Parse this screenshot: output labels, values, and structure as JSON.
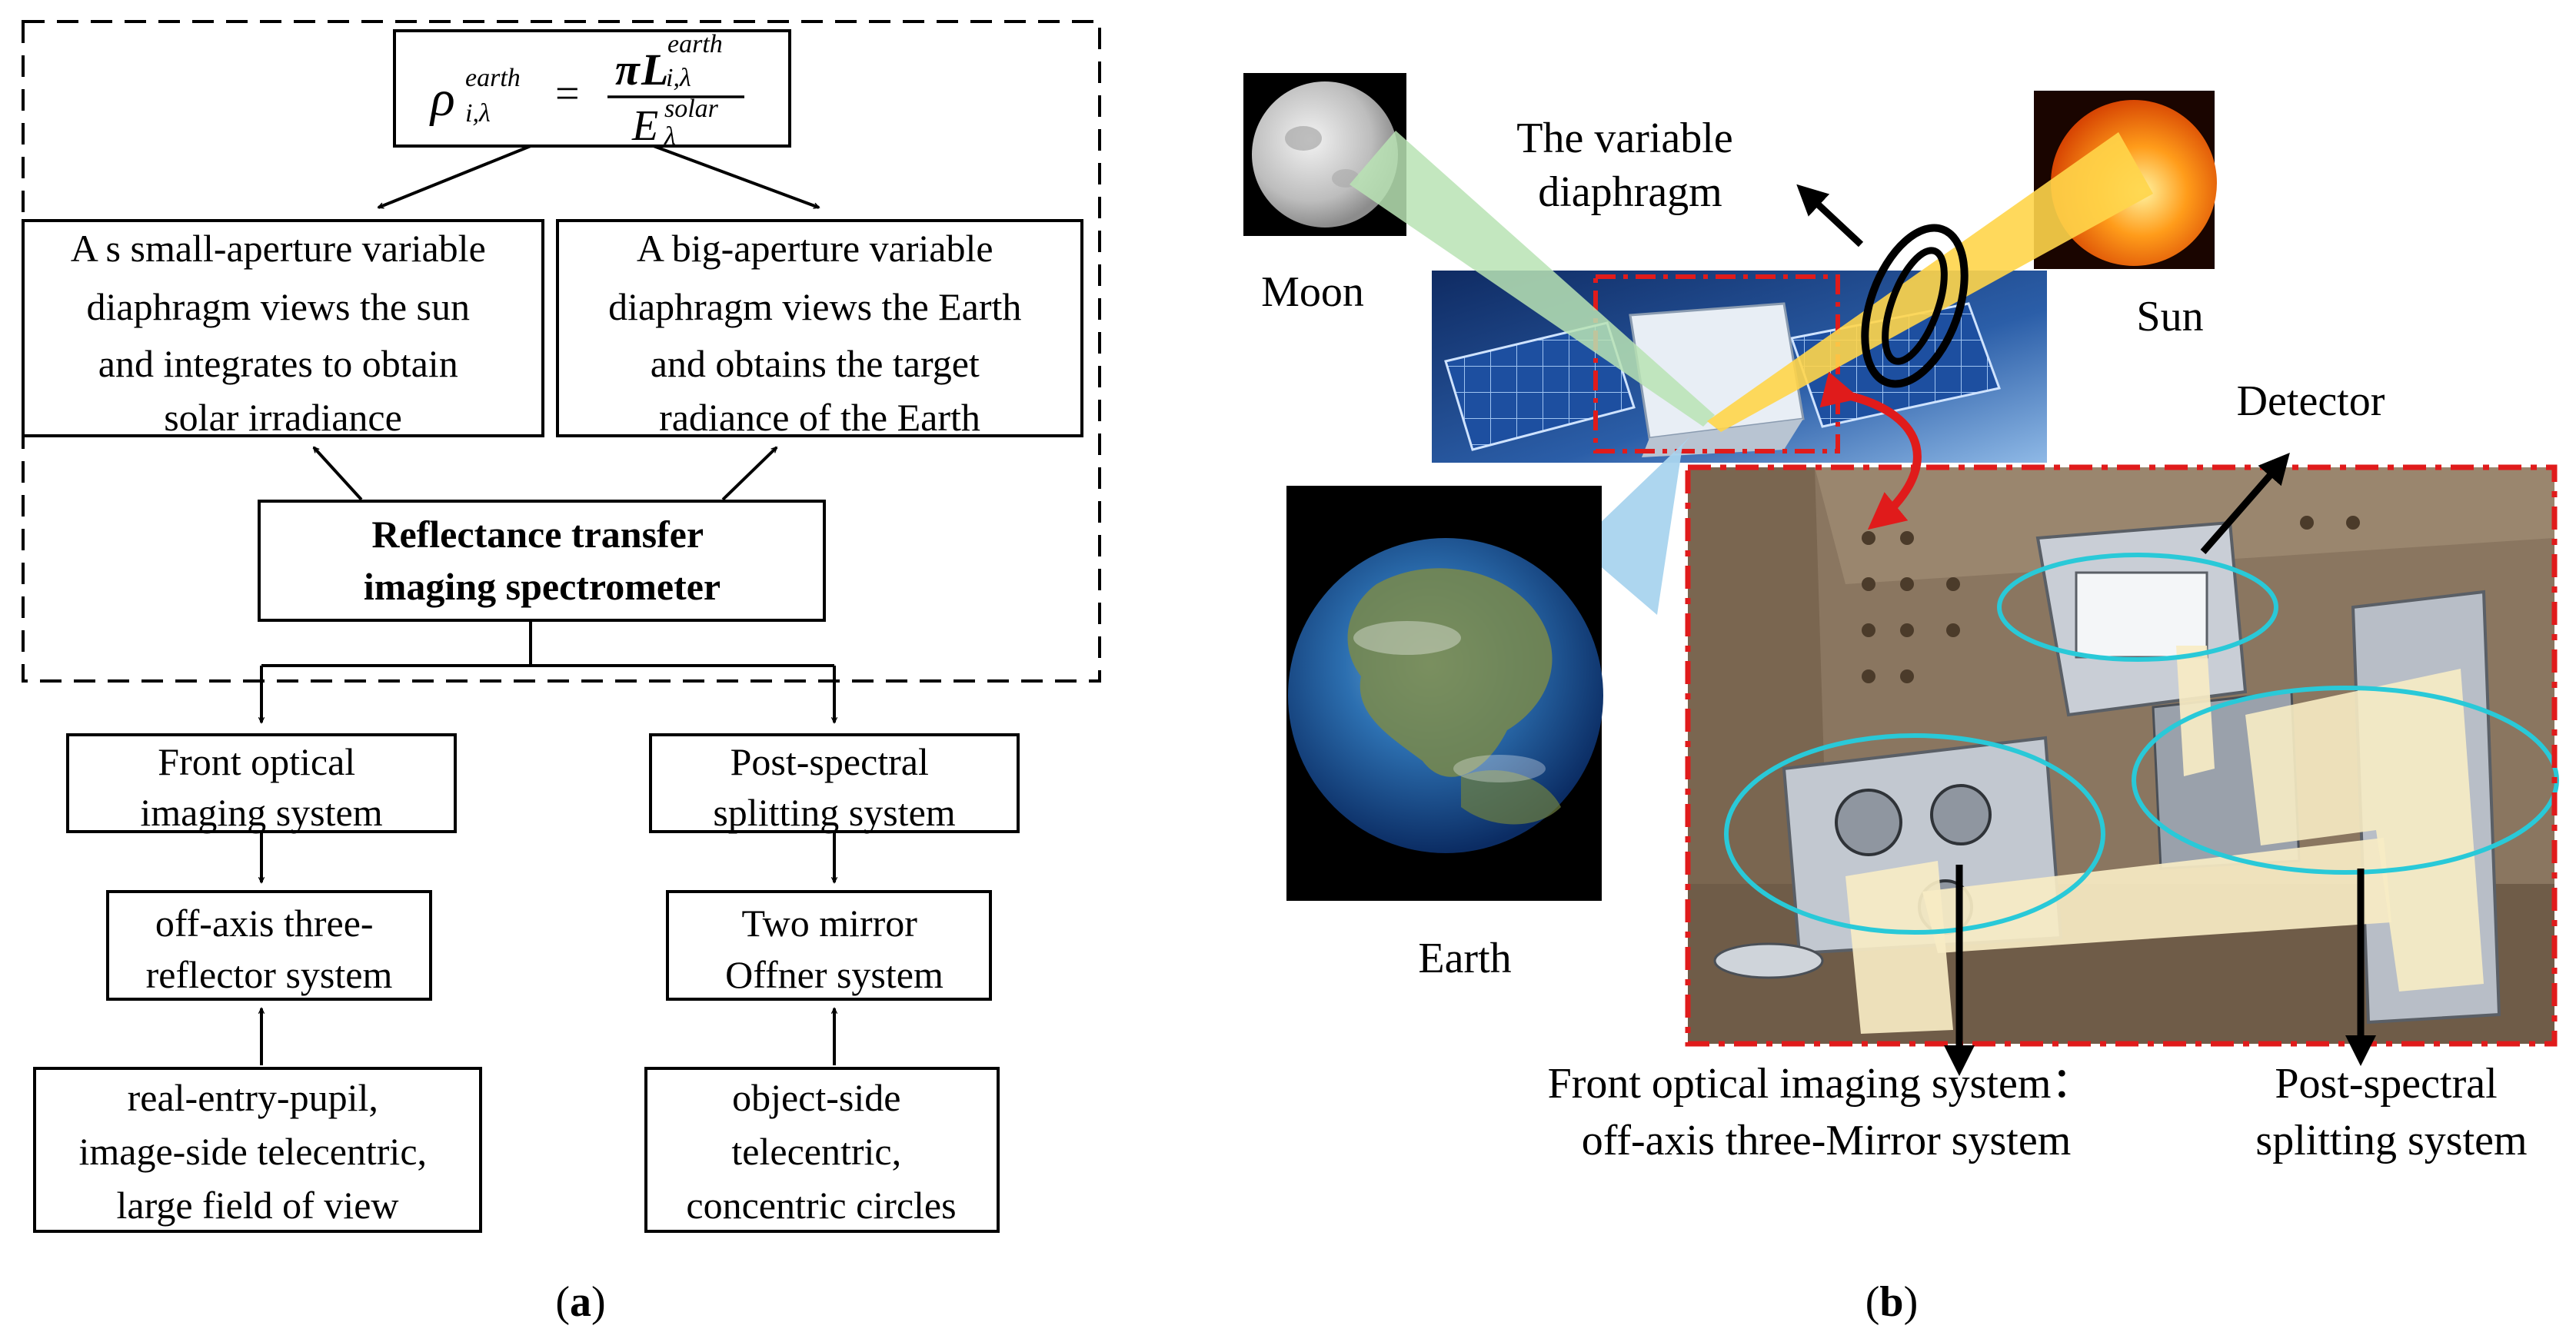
{
  "panel_a": {
    "formula": {
      "rho": "ρ",
      "rho_sub": "i,λ",
      "rho_sup": "earth",
      "equals": "=",
      "num_pi": "π",
      "num_L": "L",
      "num_sub": "i,λ",
      "num_sup": "earth",
      "den_E": "E",
      "den_sub": "λ",
      "den_sup": "solar"
    },
    "box_sun": [
      "A s small-aperture variable",
      "diaphragm  views the sun",
      "and integrates to obtain",
      "solar irradiance"
    ],
    "box_earth": [
      "A big-aperture variable",
      "diaphragm  views the Earth",
      "and obtains the target",
      "radiance of the Earth"
    ],
    "box_rtis": [
      "Reflectance transfer",
      "imaging spectrometer"
    ],
    "box_front": [
      "Front optical",
      "imaging system"
    ],
    "box_post": [
      "Post-spectral",
      "splitting system"
    ],
    "box_offaxis": [
      "off-axis three-",
      "reflector system"
    ],
    "box_offner": [
      "Two mirror",
      "Offner system"
    ],
    "box_pupil": [
      "real-entry-pupil,",
      "image-side telecentric,",
      "large field of view"
    ],
    "box_objside": [
      "object-side",
      "telecentric,",
      "concentric circles"
    ],
    "caption": "a"
  },
  "panel_b": {
    "moon": "Moon",
    "sun": "Sun",
    "earth": "Earth",
    "diaphragm": [
      "The variable",
      "diaphragm"
    ],
    "detector": "Detector",
    "front_label": [
      "Front optical imaging system：",
      "off-axis three-Mirror system"
    ],
    "post_label": [
      "Post-spectral",
      "splitting system"
    ],
    "caption": "b"
  },
  "colors": {
    "moon_beam": "#b9e3b4",
    "sun_beam": "#ffd54a",
    "earth_beam": "#a9d4ee",
    "red_dash": "#e01b1b",
    "cyan_ellipse": "#29c9d8",
    "cream_beam": "#f7ecc4",
    "housing": "#8a7660",
    "space_blue": "#16336e"
  }
}
